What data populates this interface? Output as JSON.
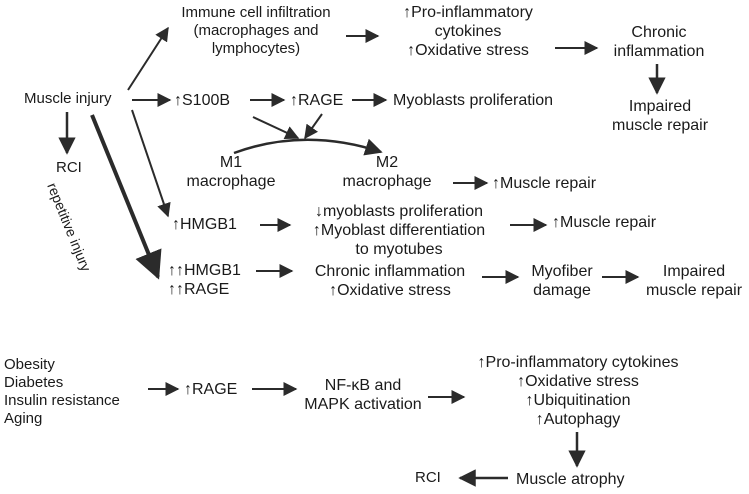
{
  "nodes": {
    "muscle_injury": "Muscle injury",
    "rci_top": "RCI",
    "repetitive_injury": "repetitive injury",
    "immune_infiltration": [
      "Immune cell infiltration",
      "(macrophages and",
      "lymphocytes)"
    ],
    "cytokines_oxidative": [
      "↑Pro-inflammatory",
      "cytokines",
      "↑Oxidative stress"
    ],
    "chronic_inflammation_top": [
      "Chronic",
      "inflammation"
    ],
    "impaired_repair_top": [
      "Impaired",
      "muscle repair"
    ],
    "s100b": "↑S100B",
    "rage_1": "↑RAGE",
    "myoblasts_proliferation": "Myoblasts proliferation",
    "m1_macrophage": [
      "M1",
      "macrophage"
    ],
    "m2_macrophage": [
      "M2",
      "macrophage"
    ],
    "muscle_repair_1": "↑Muscle repair",
    "hmgb1": "↑HMGB1",
    "hmgb1_effects": [
      "↓myoblasts proliferation",
      "↑Myoblast differentiation",
      "to myotubes"
    ],
    "muscle_repair_2": "↑Muscle repair",
    "hmgb1_rage_high": [
      "↑↑HMGB1",
      "↑↑RAGE"
    ],
    "chronic_oxidative": [
      "Chronic inflammation",
      "↑Oxidative stress"
    ],
    "myofiber_damage": [
      "Myofiber",
      "damage"
    ],
    "impaired_repair_bottom": [
      "Impaired",
      "muscle repair"
    ],
    "conditions": [
      "Obesity",
      "Diabetes",
      "Insulin resistance",
      "Aging"
    ],
    "rage_2": "↑RAGE",
    "nfkb_mapk": [
      "NF-κB and",
      "MAPK activation"
    ],
    "atrophy_causes": [
      "↑Pro-inflammatory cytokines",
      "↑Oxidative stress",
      "↑Ubiquitination",
      "↑Autophagy"
    ],
    "muscle_atrophy": "Muscle atrophy",
    "rci_bottom": "RCI"
  },
  "colors": {
    "text": "#1a1a1a",
    "arrow": "#2b2b2b"
  }
}
